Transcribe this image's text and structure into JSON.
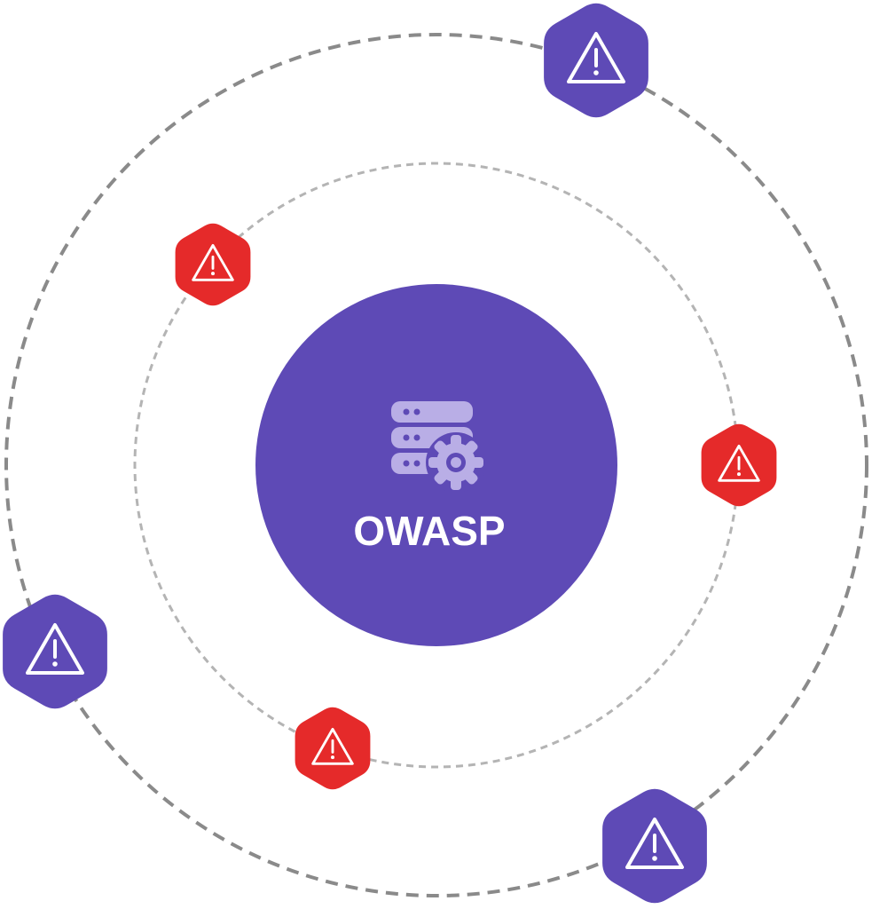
{
  "center": {
    "label": "OWASP",
    "icon": "server-gear-icon",
    "color": "#5e4ab6"
  },
  "colors": {
    "purple": "#5e4ab6",
    "red": "#e52a2a",
    "orbit_outer": "#8a8a8a",
    "orbit_inner": "#b4b4b4",
    "icon_tint": "#b9aee6"
  },
  "threats": [
    {
      "id": "outer-top-right",
      "orbit": "outer",
      "color": "purple",
      "icon": "warning-icon"
    },
    {
      "id": "outer-left",
      "orbit": "outer",
      "color": "purple",
      "icon": "warning-icon"
    },
    {
      "id": "outer-bottom-right",
      "orbit": "outer",
      "color": "purple",
      "icon": "warning-icon"
    },
    {
      "id": "inner-top-left",
      "orbit": "inner",
      "color": "red",
      "icon": "warning-icon"
    },
    {
      "id": "inner-right",
      "orbit": "inner",
      "color": "red",
      "icon": "warning-icon"
    },
    {
      "id": "inner-bottom",
      "orbit": "inner",
      "color": "red",
      "icon": "warning-icon"
    }
  ]
}
